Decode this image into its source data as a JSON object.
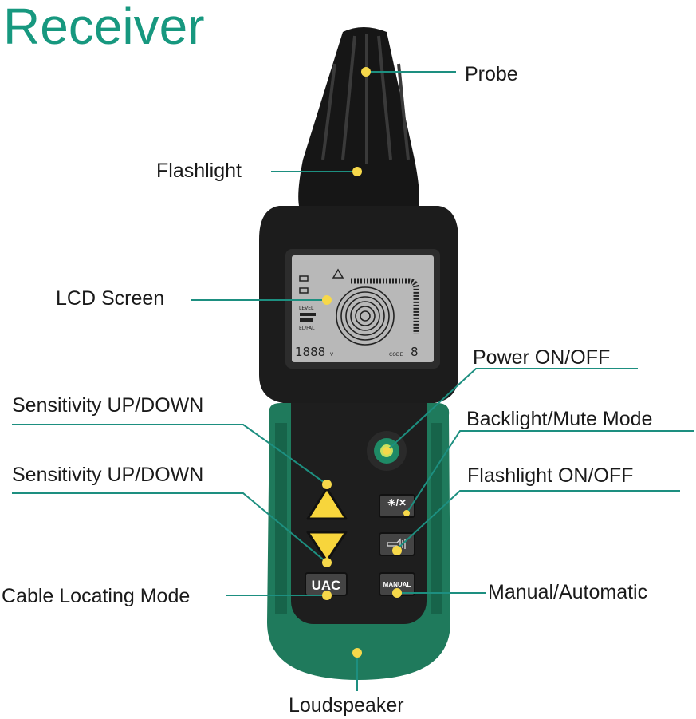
{
  "title": "Receiver",
  "labels": {
    "probe": "Probe",
    "flashlight": "Flashlight",
    "lcd_screen": "LCD Screen",
    "power": "Power ON/OFF",
    "backlight_mute": "Backlight/Mute Mode",
    "flashlight_onoff": "Flashlight ON/OFF",
    "sensitivity_up": "Sensitivity UP/DOWN",
    "sensitivity_down": "Sensitivity UP/DOWN",
    "cable_locating": "Cable Locating Mode",
    "manual_auto": "Manual/Automatic",
    "loudspeaker": "Loudspeaker"
  },
  "device": {
    "uac_button": "UAC",
    "manual_button": "MANUAL",
    "lcd": {
      "level": "LEVEL",
      "digits": "1888",
      "unit": "V",
      "code": "CODE",
      "code_digit": "8",
      "mode": "EL/FAL"
    }
  },
  "colors": {
    "title": "#17987f",
    "leader_line": "#1d8f80",
    "dot": "#f6d84a",
    "body_green": "#1f7a5c",
    "body_black": "#1c1c1c",
    "lcd": "#b8b8b8",
    "button_yellow": "#f7d53c"
  }
}
